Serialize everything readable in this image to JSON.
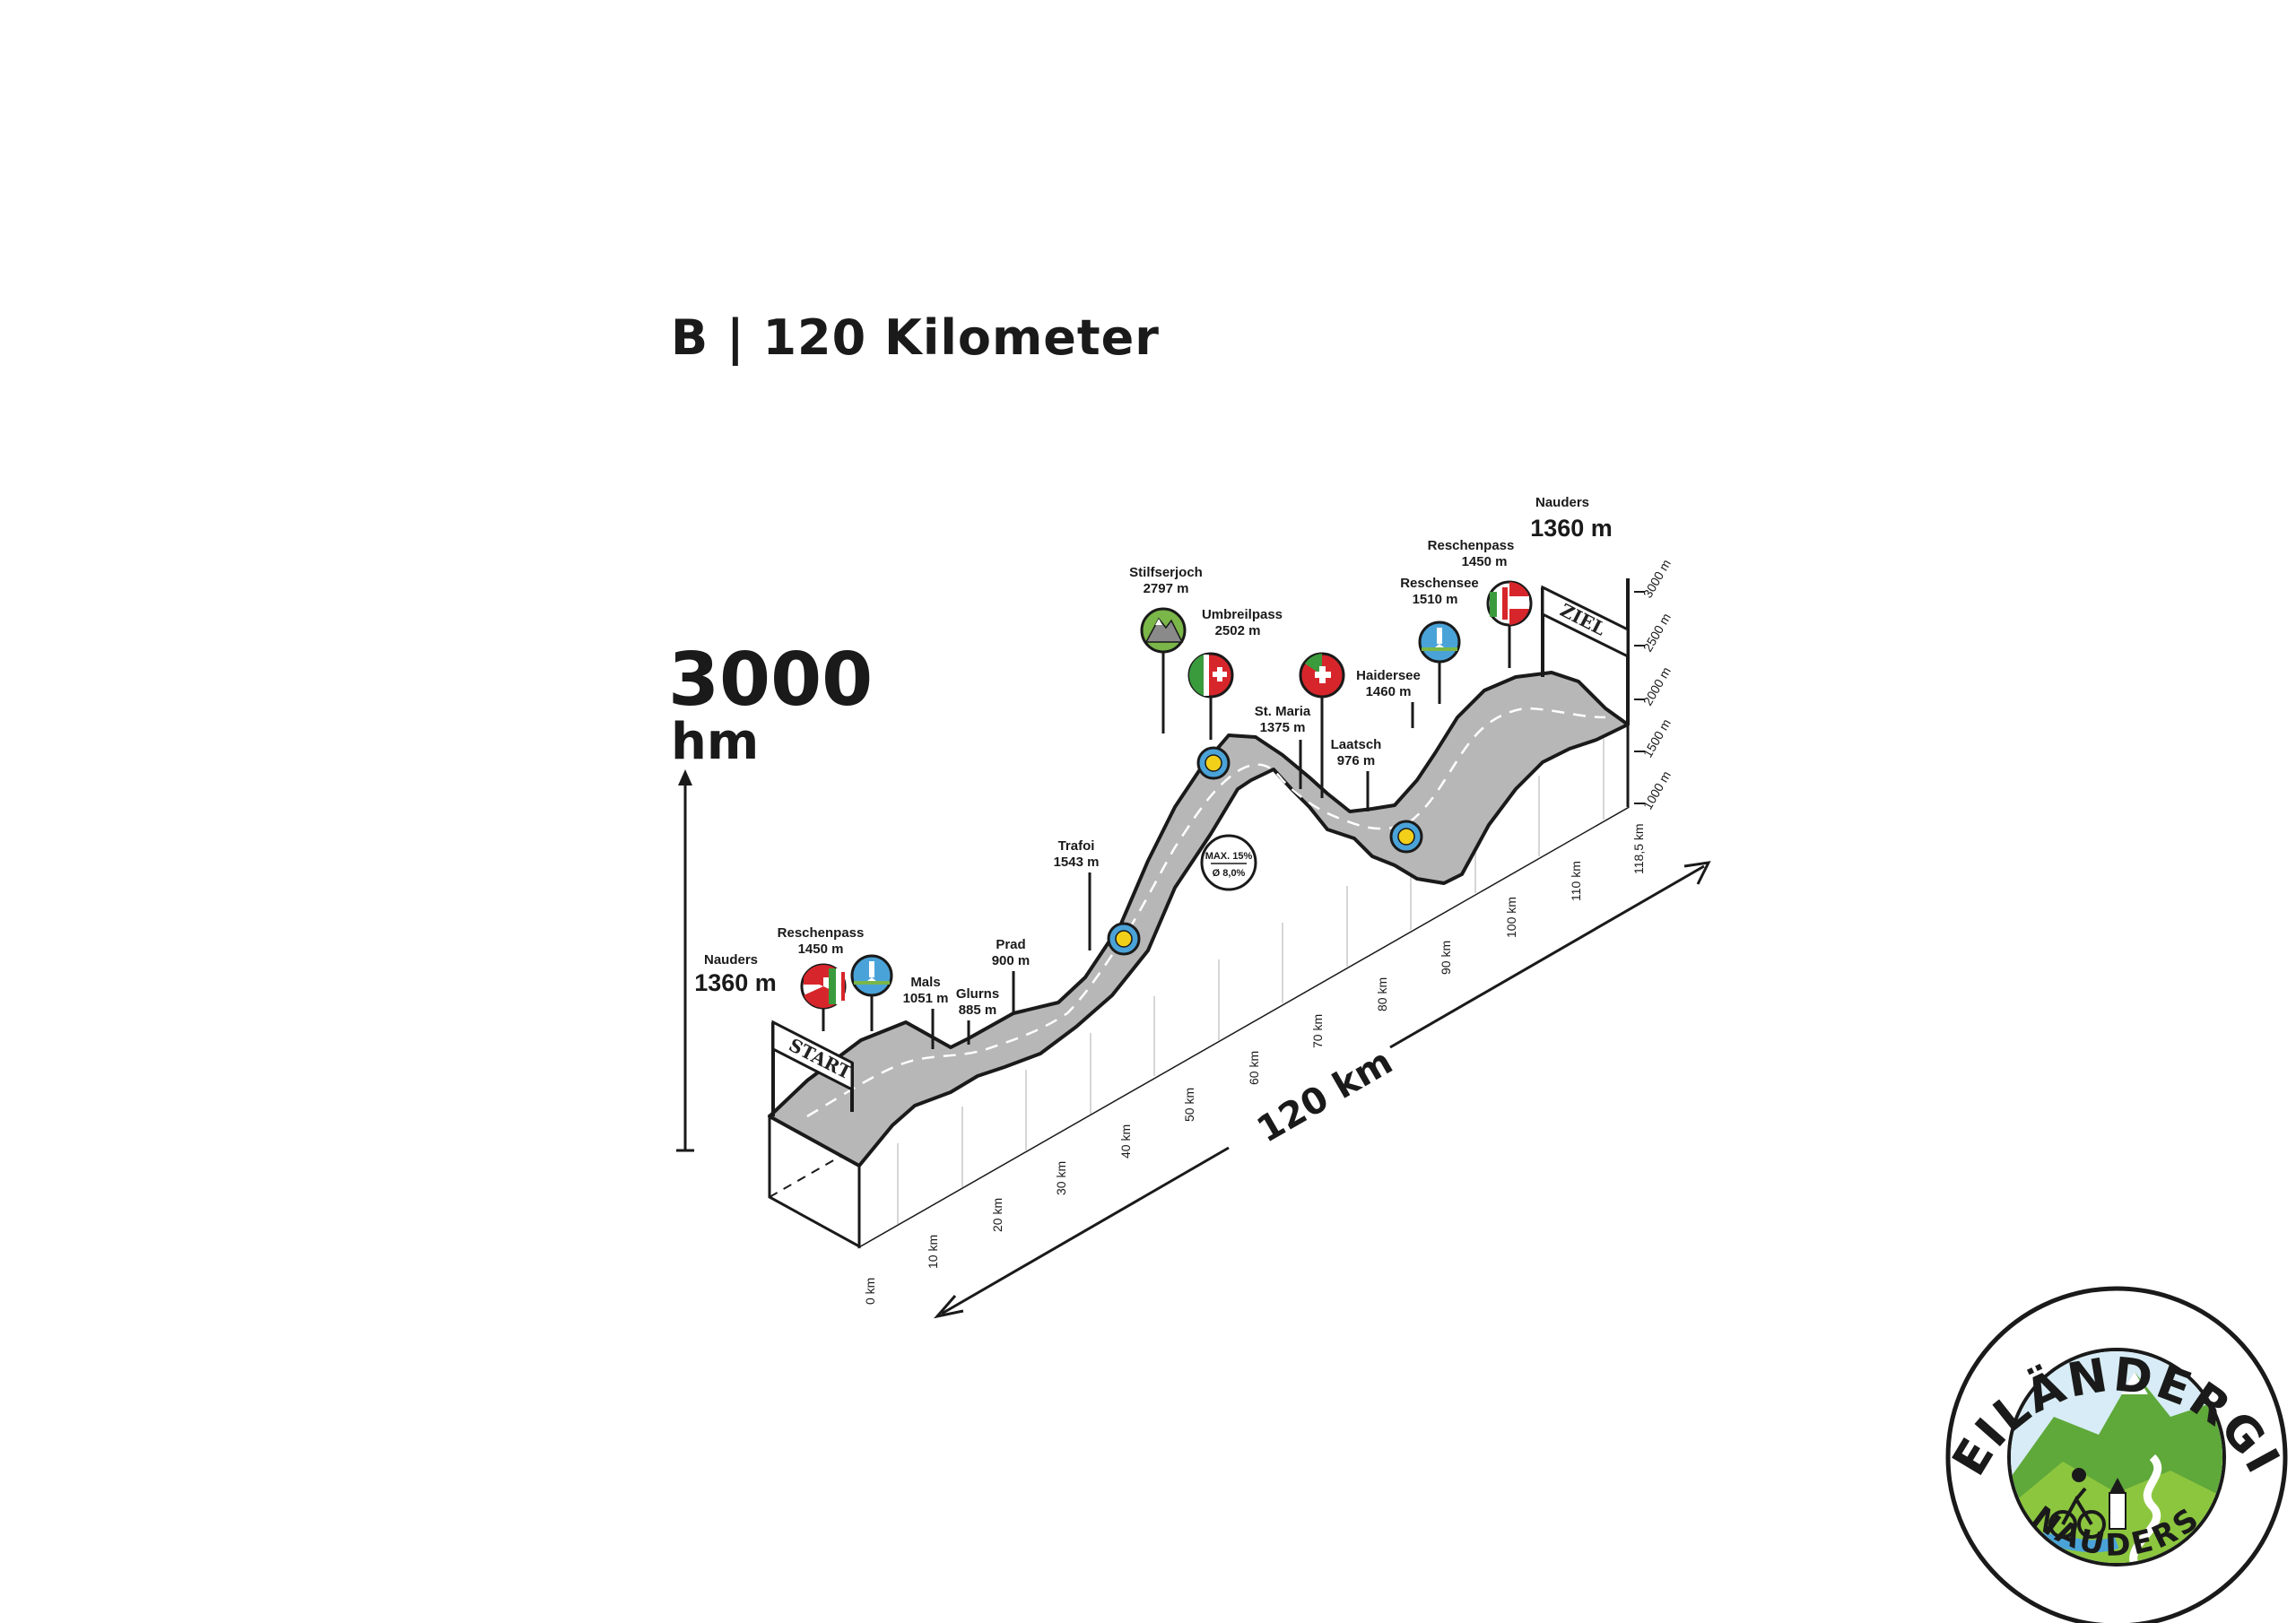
{
  "title": "B | 120 Kilometer",
  "elevation_total": {
    "value": "3000",
    "unit": "hm"
  },
  "distance_total": "120 km",
  "elevation_axis": [
    "3000 m",
    "2500 m",
    "2000 m",
    "1500 m",
    "1000 m"
  ],
  "km_ticks": [
    "0 km",
    "10 km",
    "20 km",
    "30 km",
    "40 km",
    "50 km",
    "60 km",
    "70 km",
    "80 km",
    "90 km",
    "100 km",
    "110 km",
    "118,5 km"
  ],
  "banners": {
    "start": "START",
    "finish": "ZIEL"
  },
  "gradient_badge": {
    "max": "MAX. 15%",
    "avg": "Ø 8,0%"
  },
  "waypoints": [
    {
      "name": "Nauders",
      "elevation": "1360 m",
      "icon": "none"
    },
    {
      "name": "Reschenpass",
      "elevation": "1450 m",
      "icon": "austria-italy-flag-icon"
    },
    {
      "name": "Mals",
      "elevation": "1051 m",
      "icon": "none"
    },
    {
      "name": "Glurns",
      "elevation": "885 m",
      "icon": "none"
    },
    {
      "name": "Prad",
      "elevation": "900 m",
      "icon": "none"
    },
    {
      "name": "Trafoi",
      "elevation": "1543 m",
      "icon": "none"
    },
    {
      "name": "Stilfserjoch",
      "elevation": "2797 m",
      "icon": "mountain-icon"
    },
    {
      "name": "Umbreilpass",
      "elevation": "2502 m",
      "icon": "swiss-flag-icon"
    },
    {
      "name": "St. Maria",
      "elevation": "1375 m",
      "icon": "none"
    },
    {
      "name": "Laatsch",
      "elevation": "976 m",
      "icon": "none"
    },
    {
      "name": "Haidersee",
      "elevation": "1460 m",
      "icon": "none"
    },
    {
      "name": "Reschensee",
      "elevation": "1510 m",
      "icon": "lake-icon"
    },
    {
      "name": "Reschenpass",
      "elevation": "1450 m",
      "icon": "italy-austria-flag-icon"
    },
    {
      "name": "Nauders",
      "elevation": "1360 m",
      "icon": "none"
    }
  ],
  "logo": {
    "arc_text": "DREILÄNDERGIRO",
    "bottom_text": "NAUDERS"
  },
  "colors": {
    "surface": "#b7b7b7",
    "outline": "#1a1a1a",
    "austria_red": "#d7262b",
    "italy_green": "#3a9b3d",
    "mountain_green": "#7ab648",
    "lake_blue": "#4aa3d8",
    "food_yellow": "#f2d01a"
  }
}
